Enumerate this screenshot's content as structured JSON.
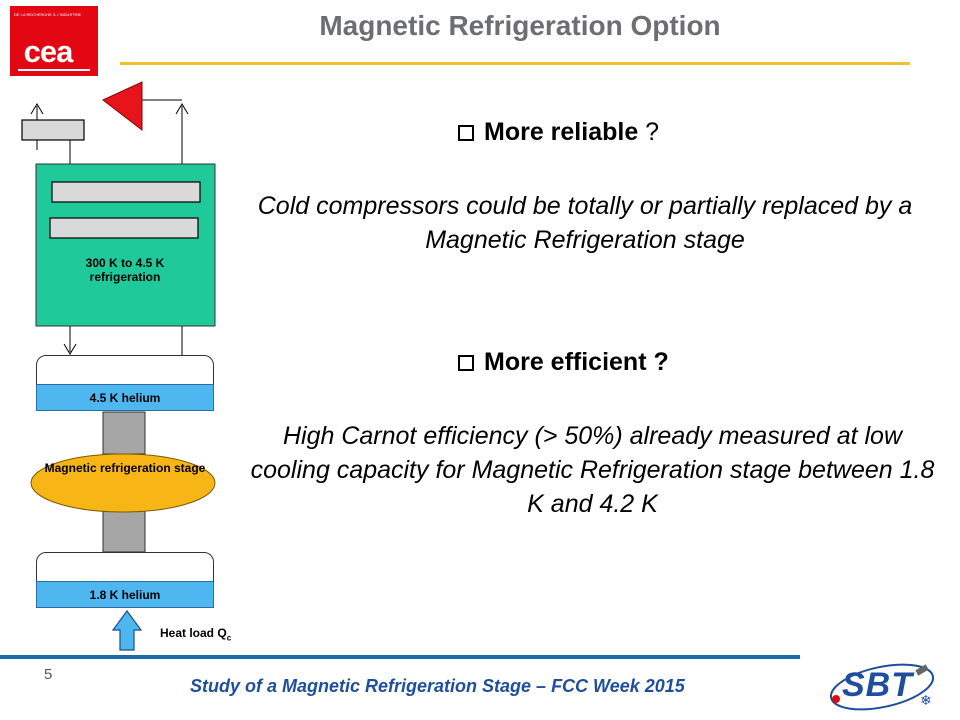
{
  "logo": {
    "text": "cea",
    "tagline": "DE LA RECHERCHE À L'INDUSTRIE"
  },
  "slide": {
    "title": "Magnetic Refrigeration Option",
    "bullet1": {
      "head": "More reliable",
      "tail": " ?",
      "body": "Cold compressors could be totally or partially replaced by a Magnetic Refrigeration stage"
    },
    "bullet2": {
      "head": "More efficient ?",
      "body": "High Carnot efficiency (> 50%) already measured at low cooling capacity for Magnetic Refrigeration stage between 1.8 K and 4.2 K"
    }
  },
  "diagram": {
    "refrig_box_label": "300 K to 4.5 K refrigeration",
    "bath_top": "4.5 K helium",
    "stage": "Magnetic refrigeration stage",
    "bath_bottom": "1.8 K helium",
    "heat_load": "Heat load Q",
    "heat_load_sub": "c"
  },
  "footer": {
    "page": "5",
    "text": "Study of a Magnetic Refrigeration Stage – FCC Week 2015",
    "sbt_logo": "SBT"
  },
  "colors": {
    "accent_line": "#f2c12e",
    "footer_line": "#1a6ab0",
    "refrig_box": "#1fc99a",
    "stage": "#f8b616",
    "helium": "#4fb7f0",
    "cea_red": "#e30613"
  }
}
